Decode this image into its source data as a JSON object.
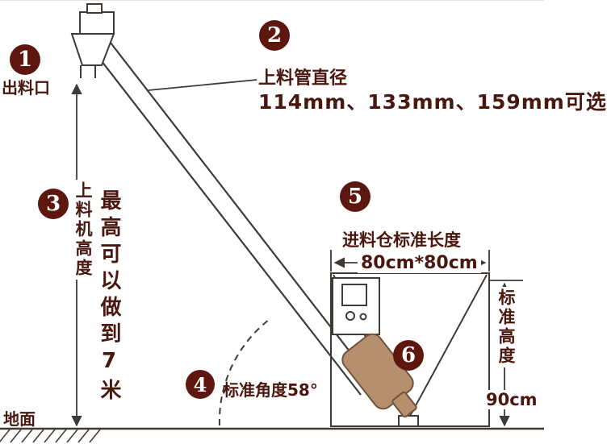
{
  "diagram": {
    "title_context": "screw-conveyor-spec-diagram",
    "badges": {
      "b1": "1",
      "b2": "2",
      "b3": "3",
      "b4": "4",
      "b5": "5",
      "b6": "6"
    },
    "labels": {
      "outlet": "出料口",
      "pipe_title": "上料管直径",
      "pipe_options": "114mm、133mm、159mm可选",
      "lift_height": "上料机高度",
      "lift_height_note": "最高可以做到7米",
      "angle": "标准角度58°",
      "hopper_length_title": "进料仓标准长度",
      "hopper_size": "80cm*80cm",
      "std_height_label": "标准高度",
      "std_height_value": "90cm",
      "ground": "地面"
    },
    "colors": {
      "badge": "#5d170e",
      "text": "#4a170f",
      "line": "#403a36",
      "motor_fill": "#b58f6e"
    }
  }
}
